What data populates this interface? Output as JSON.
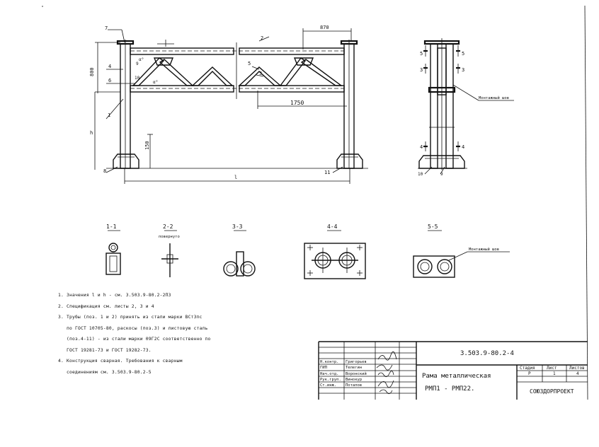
{
  "elevation": {
    "dim_top": "870",
    "dim_height": "800",
    "dim_mid": "1750",
    "dim_base": "150",
    "dim_h": "h",
    "dim_l": "l",
    "callouts": [
      "1",
      "2",
      "3",
      "4",
      "5",
      "6",
      "7",
      "8",
      "9",
      "10",
      "11"
    ],
    "angle_a": "α°",
    "angle_b": "α°"
  },
  "side_view": {
    "sec5": "5",
    "sec3": "3",
    "sec4": "4",
    "weld_label": "Монтажный шов",
    "callout_a": "10",
    "callout_b": "9"
  },
  "sections": {
    "s1": "1-1",
    "s2": "2-2",
    "s2_sub": "повернуто",
    "s3": "3-3",
    "s4": "4-4",
    "s5": "5-5",
    "s5_weld": "Монтажный шов"
  },
  "notes": [
    "1. Значения l и h - см. 3.503.9-80.2-2ПЗ",
    "2. Спецификация см. листы 2, 3 и 4",
    "3. Трубы (поз. 1 и 2) принять из стали марки ВСт3пс",
    "по ГОСТ 10705-80, раскосы (поз.3) и листовую сталь",
    "(поз.4-11) - из стали марки 09Г2С соответственно по",
    "ГОСТ 19281-73 и ГОСТ 19282-73.",
    "4. Конструкция сварная. Требования к сварным",
    "соединениям см. 3.503.9-80.2-5"
  ],
  "title_block": {
    "doc_code": "3.503.9-80.2-4",
    "title_line1": "Рама металлическая",
    "title_line2": "РМП1 - РМП22.",
    "stage_h": "Стадия",
    "sheet_h": "Лист",
    "sheets_h": "Листов",
    "stage": "Р",
    "sheet": "1",
    "sheets": "4",
    "org": "СОЮЗДОРПРОЕКТ",
    "roles": [
      {
        "role": "Н.контр.",
        "name": "Григорьев"
      },
      {
        "role": "ГИП",
        "name": "Телегин"
      },
      {
        "role": "Нач.отд.",
        "name": "Воронский"
      },
      {
        "role": "Рук.груп.",
        "name": "Винокур"
      },
      {
        "role": "Ст.инж.",
        "name": "Потапов"
      }
    ]
  }
}
